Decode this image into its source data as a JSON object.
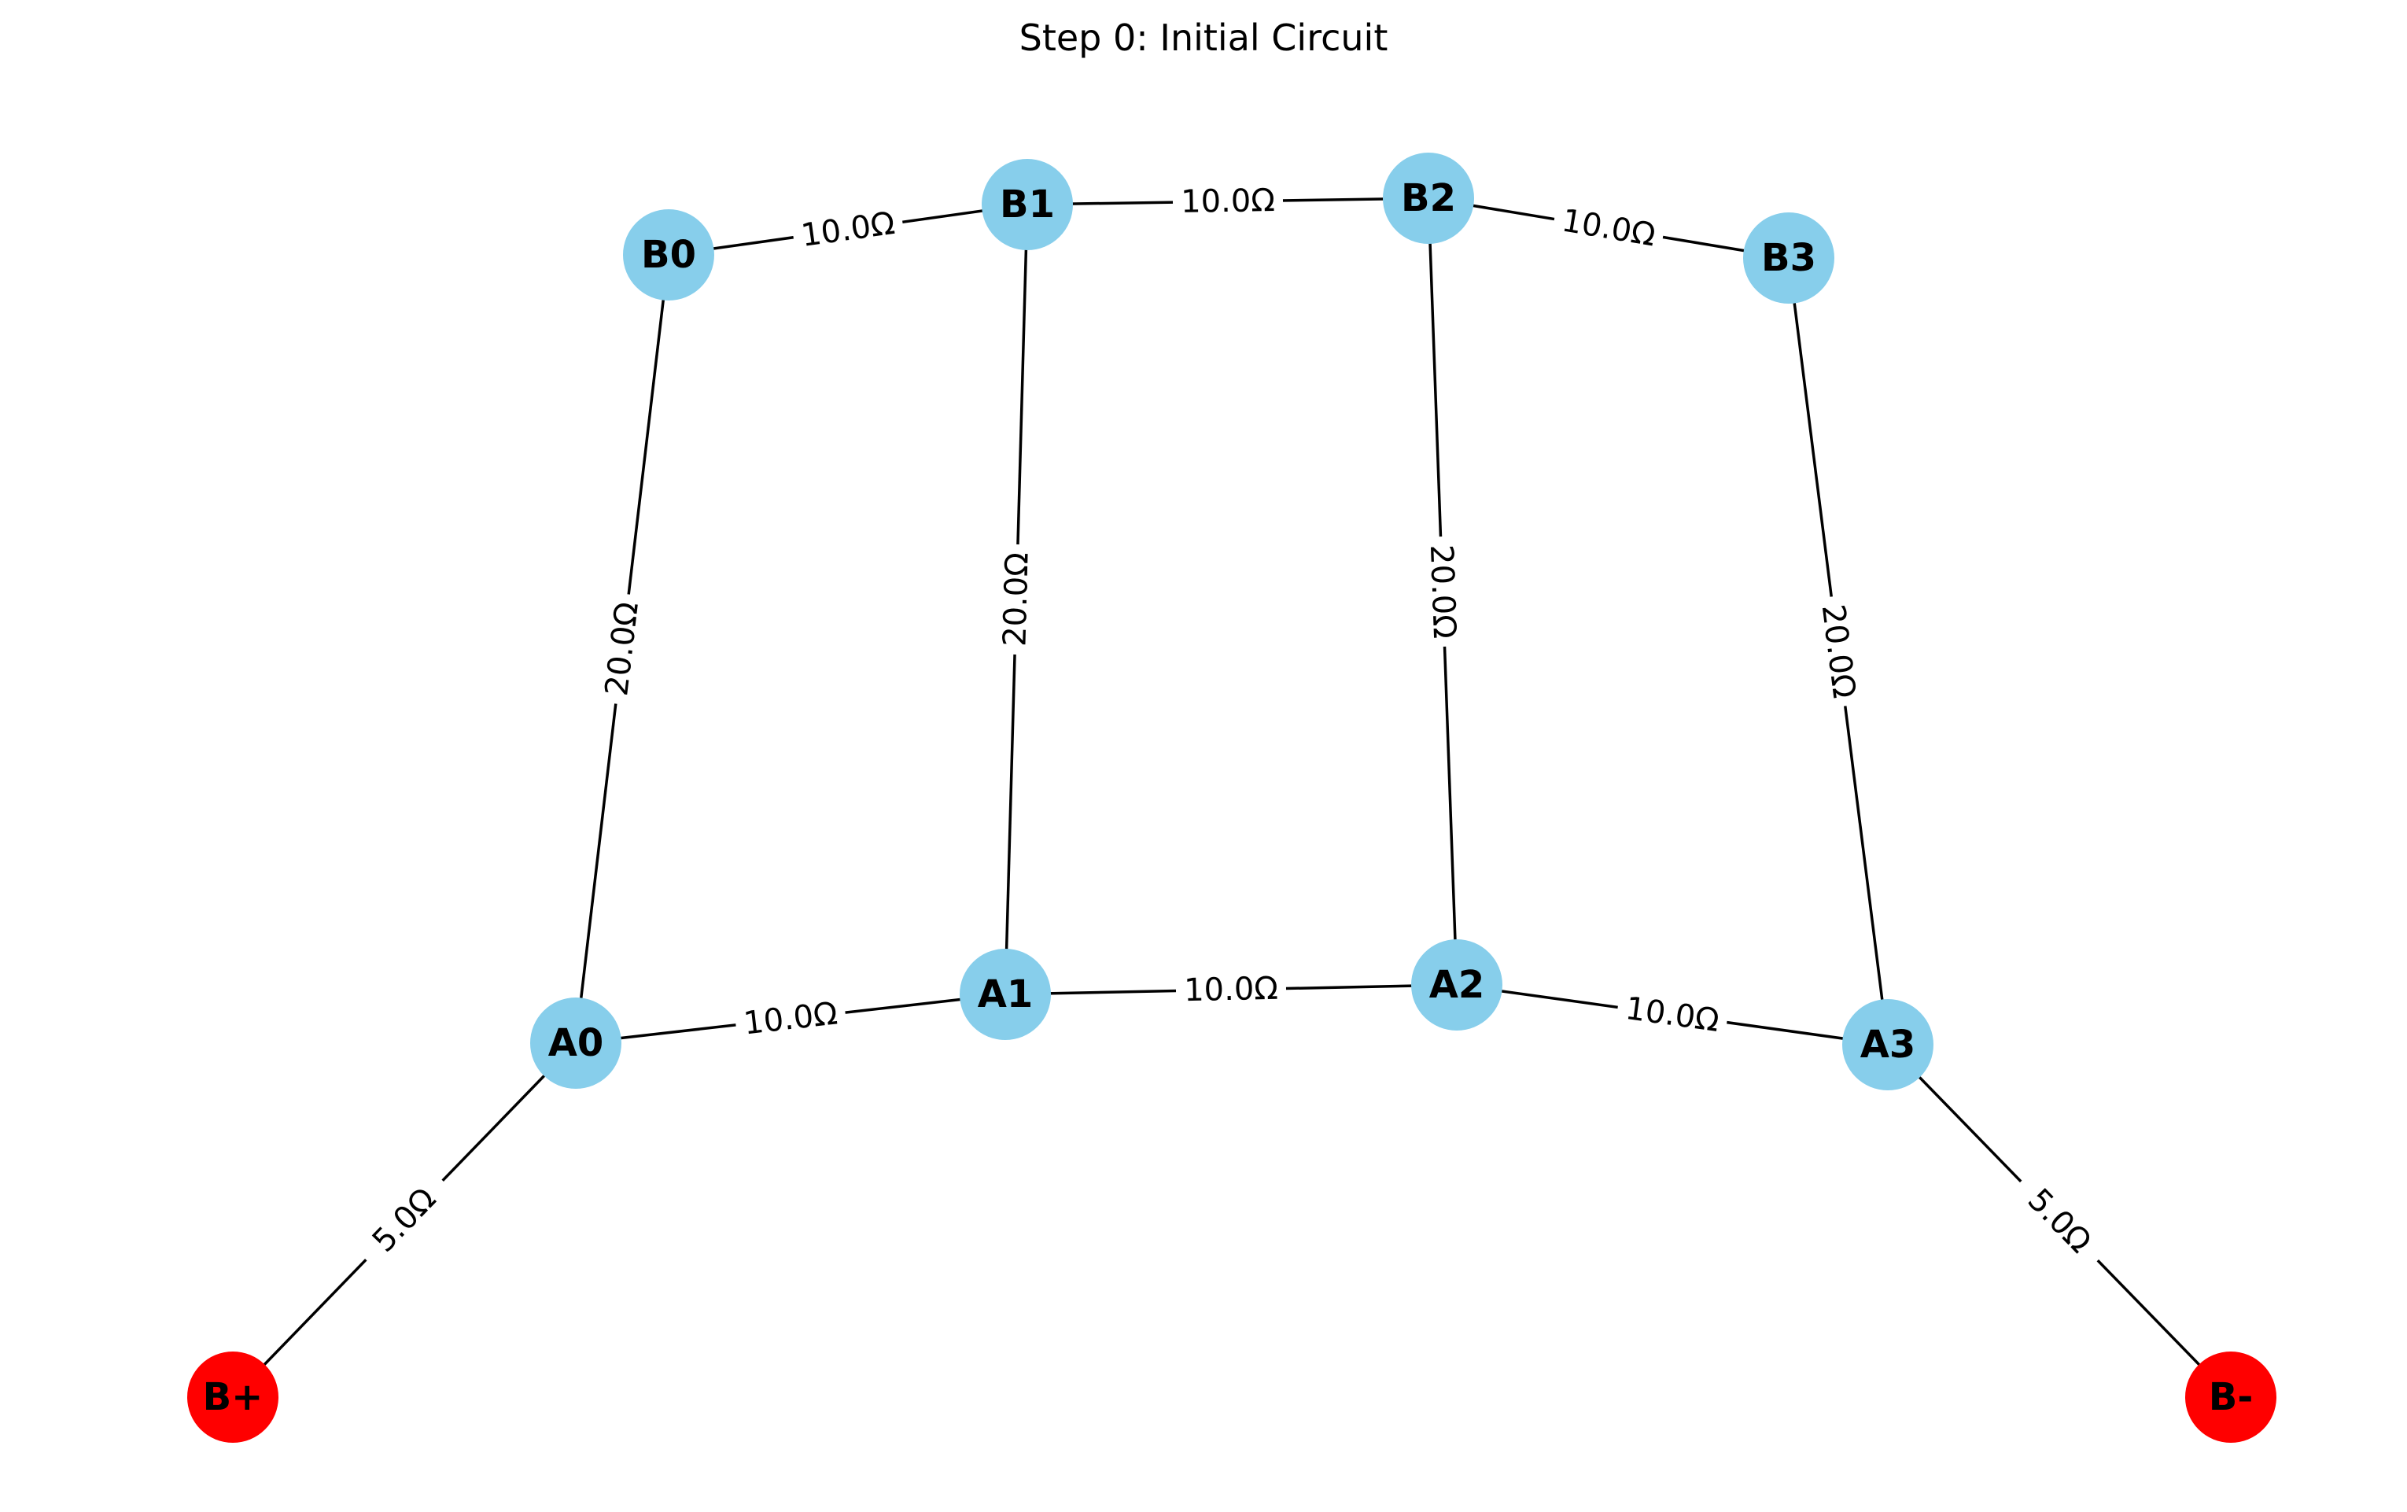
{
  "title": "Step 0: Initial Circuit",
  "colors": {
    "node_default": "#87CEEB",
    "node_terminal": "#FF0000",
    "edge": "#000000"
  },
  "nodes": [
    {
      "id": "B0",
      "label": "B0",
      "color": "#87CEEB"
    },
    {
      "id": "B1",
      "label": "B1",
      "color": "#87CEEB"
    },
    {
      "id": "B2",
      "label": "B2",
      "color": "#87CEEB"
    },
    {
      "id": "B3",
      "label": "B3",
      "color": "#87CEEB"
    },
    {
      "id": "A0",
      "label": "A0",
      "color": "#87CEEB"
    },
    {
      "id": "A1",
      "label": "A1",
      "color": "#87CEEB"
    },
    {
      "id": "A2",
      "label": "A2",
      "color": "#87CEEB"
    },
    {
      "id": "A3",
      "label": "A3",
      "color": "#87CEEB"
    },
    {
      "id": "Bplus",
      "label": "B+",
      "color": "#FF0000"
    },
    {
      "id": "Bminus",
      "label": "B-",
      "color": "#FF0000"
    }
  ],
  "edges": [
    {
      "from": "B0",
      "to": "B1",
      "label": "10.0Ω"
    },
    {
      "from": "B1",
      "to": "B2",
      "label": "10.0Ω"
    },
    {
      "from": "B2",
      "to": "B3",
      "label": "10.0Ω"
    },
    {
      "from": "B0",
      "to": "A0",
      "label": "20.0Ω"
    },
    {
      "from": "B1",
      "to": "A1",
      "label": "20.0Ω"
    },
    {
      "from": "B2",
      "to": "A2",
      "label": "20.0Ω"
    },
    {
      "from": "B3",
      "to": "A3",
      "label": "20.0Ω"
    },
    {
      "from": "A0",
      "to": "A1",
      "label": "10.0Ω"
    },
    {
      "from": "A1",
      "to": "A2",
      "label": "10.0Ω"
    },
    {
      "from": "A2",
      "to": "A3",
      "label": "10.0Ω"
    },
    {
      "from": "A0",
      "to": "Bplus",
      "label": "5.0Ω"
    },
    {
      "from": "A3",
      "to": "Bminus",
      "label": "5.0Ω"
    }
  ]
}
